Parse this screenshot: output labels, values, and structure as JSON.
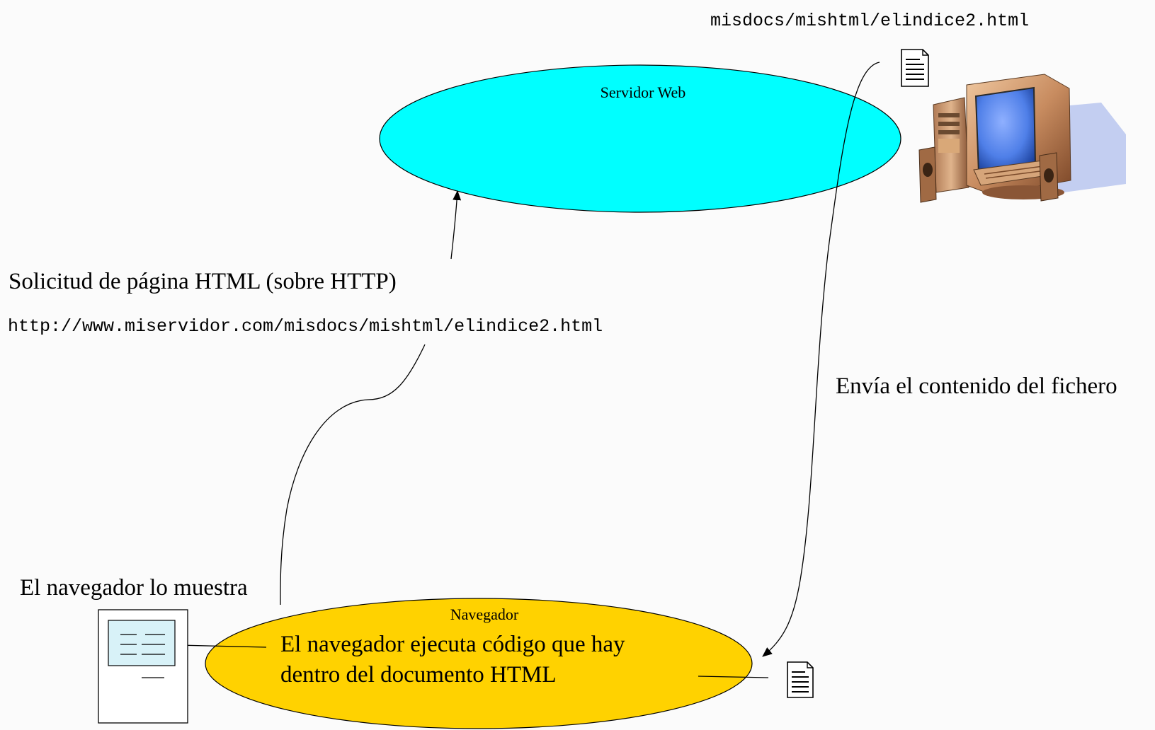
{
  "server": {
    "label": "Servidor Web",
    "file_path": "misdocs/mishtml/elindice2.html",
    "ellipse_color": "#00ffff"
  },
  "request": {
    "label": "Solicitud de página HTML (sobre HTTP)",
    "url": "http://www.miservidor.com/misdocs/mishtml/elindice2.html"
  },
  "response": {
    "label": "Envía el contenido del fichero"
  },
  "browser": {
    "label": "Navegador",
    "ellipse_color": "#ffd200",
    "execution_line1": "El navegador ejecuta  código que hay",
    "execution_line2": "dentro del documento HTML",
    "display_label": "El navegador lo muestra"
  },
  "icons": [
    "document-icon",
    "computer-icon",
    "browser-window-icon"
  ]
}
